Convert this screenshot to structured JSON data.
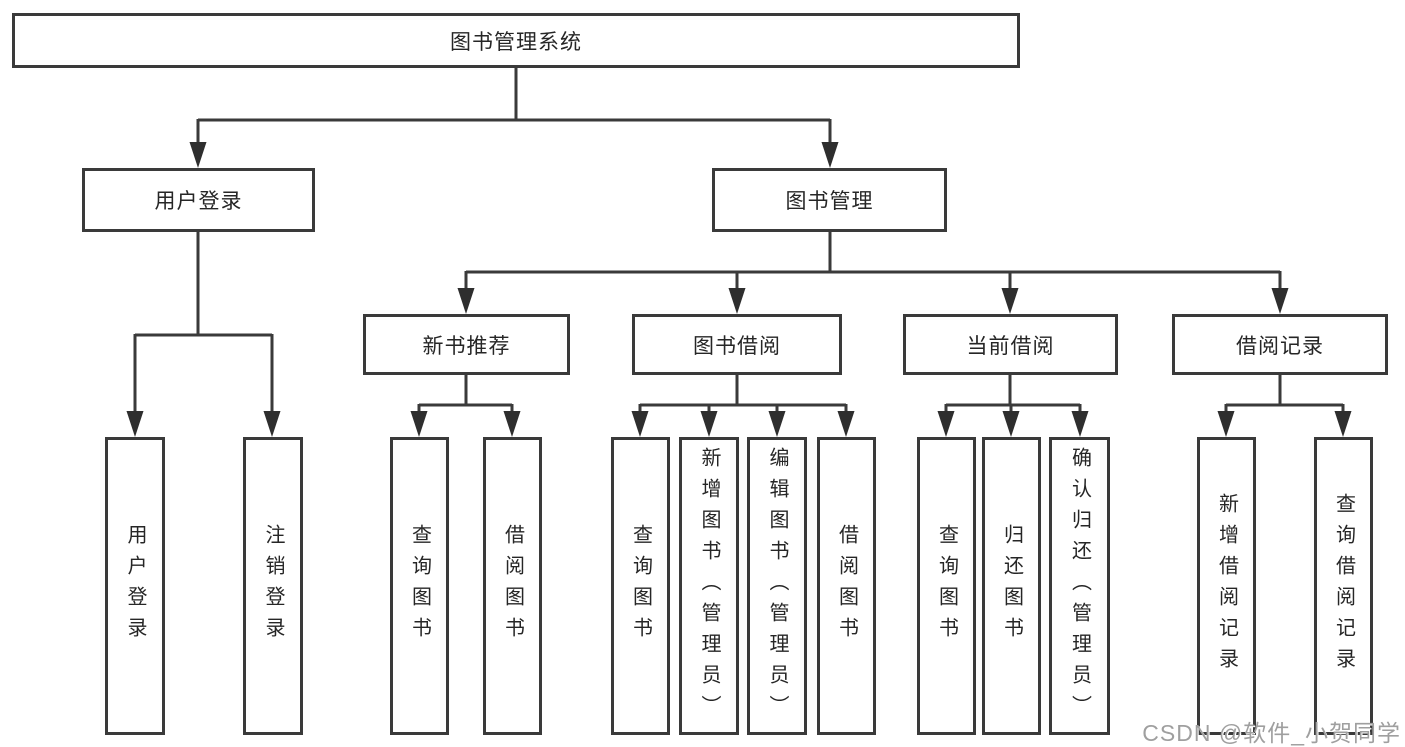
{
  "tree": {
    "root": {
      "label": "图书管理系统"
    },
    "user_login": {
      "label": "用户登录",
      "children": [
        "用户登录",
        "注销登录"
      ]
    },
    "book_mgmt": {
      "label": "图书管理"
    },
    "new_book": {
      "label": "新书推荐",
      "children": [
        "查询图书",
        "借阅图书"
      ]
    },
    "borrow": {
      "label": "图书借阅",
      "children": [
        "查询图书",
        "新增图书（管理员）",
        "编辑图书（管理员）",
        "借阅图书"
      ]
    },
    "current": {
      "label": "当前借阅",
      "children": [
        "查询图书",
        "归还图书",
        "确认归还（管理员）"
      ]
    },
    "records": {
      "label": "借阅记录",
      "children": [
        "新增借阅记录",
        "查询借阅记录"
      ]
    }
  },
  "watermark": {
    "text": "CSDN @软件_小贺同学"
  },
  "colors": {
    "line": "#3a3a3a",
    "box_border": "#3a3a3a",
    "arrow": "#2e2e2e",
    "text": "#262626",
    "watermark": "#9f9f9f",
    "background": "#ffffff"
  }
}
